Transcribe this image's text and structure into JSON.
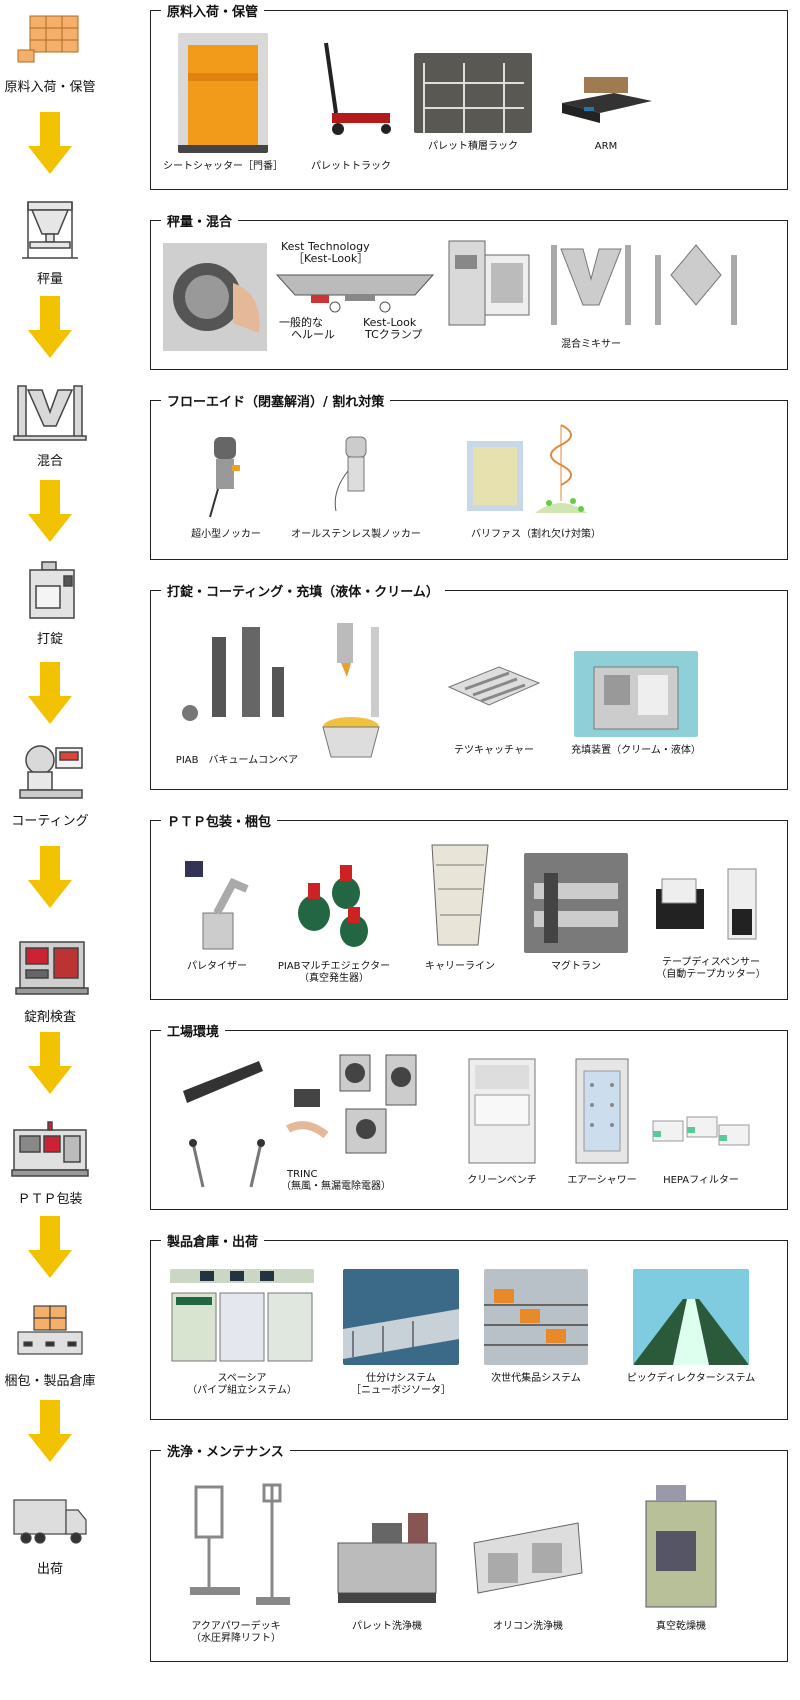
{
  "colors": {
    "arrow": "#f2c200",
    "border": "#222222"
  },
  "steps": [
    {
      "label": "原料入荷・保管",
      "icon": "boxes-icon"
    },
    {
      "label": "秤量",
      "icon": "hopper-icon"
    },
    {
      "label": "混合",
      "icon": "v-mixer-icon"
    },
    {
      "label": "打錠",
      "icon": "tablet-press-icon"
    },
    {
      "label": "コーティング",
      "icon": "coater-icon"
    },
    {
      "label": "錠剤検査",
      "icon": "inspection-machine-icon"
    },
    {
      "label": "ＰＴＰ包装",
      "icon": "ptp-machine-icon"
    },
    {
      "label": "梱包・製品倉庫",
      "icon": "pallet-boxes-icon"
    },
    {
      "label": "出荷",
      "icon": "truck-icon"
    }
  ],
  "panels": [
    {
      "title": "原料入荷・保管",
      "items": [
        {
          "caption": "シートシャッター［門番］"
        },
        {
          "caption": "パレットトラック"
        },
        {
          "caption": "パレット積層ラック"
        },
        {
          "caption": "ARM"
        }
      ]
    },
    {
      "title": "秤量・混合",
      "items": [
        {
          "caption": "混合ミキサー"
        }
      ],
      "kest": {
        "line1": "Kest Technology",
        "line2": "［Kest-Look］",
        "label_left_1": "一般的な",
        "label_left_2": "ヘルール",
        "label_right_1": "Kest-Look",
        "label_right_2": "TCクランプ"
      }
    },
    {
      "title": "フローエイド（閉塞解消）/ 割れ対策",
      "items": [
        {
          "caption": "超小型ノッカー"
        },
        {
          "caption": "オールステンレス製ノッカー"
        },
        {
          "caption": "バリファス（割れ欠け対策）"
        }
      ]
    },
    {
      "title": "打錠・コーティング・充填（液体・クリーム）",
      "items": [
        {
          "caption": "PIAB　バキュームコンベア"
        },
        {
          "caption": "テツキャッチャー"
        },
        {
          "caption": "充填装置（クリーム・液体）"
        }
      ]
    },
    {
      "title": "ＰＴＰ包装・梱包",
      "items": [
        {
          "caption": "パレタイザー"
        },
        {
          "caption": "PIABマルチエジェクター",
          "caption2": "（真空発生器）"
        },
        {
          "caption": "キャリーライン"
        },
        {
          "caption": "マグトラン"
        },
        {
          "caption": "テープディスペンサー",
          "caption2": "（自動テープカッター）"
        }
      ]
    },
    {
      "title": "工場環境",
      "items": [
        {
          "caption": "TRINC",
          "caption2": "（無風・無漏電除電器）"
        },
        {
          "caption": "クリーンベンチ"
        },
        {
          "caption": "エアーシャワー"
        },
        {
          "caption": "HEPAフィルター"
        }
      ]
    },
    {
      "title": "製品倉庫・出荷",
      "items": [
        {
          "caption": "スペーシア",
          "caption2": "（パイプ組立システム）"
        },
        {
          "caption": "仕分けシステム",
          "caption2": "［ニューボジソータ］"
        },
        {
          "caption": "次世代集品システム"
        },
        {
          "caption": "ピックディレクターシステム"
        }
      ]
    },
    {
      "title": "洗浄・メンテナンス",
      "items": [
        {
          "caption": "アクアパワーデッキ",
          "caption2": "（水圧昇降リフト）"
        },
        {
          "caption": "パレット洗浄機"
        },
        {
          "caption": "オリコン洗浄機"
        },
        {
          "caption": "真空乾燥機"
        }
      ]
    }
  ]
}
